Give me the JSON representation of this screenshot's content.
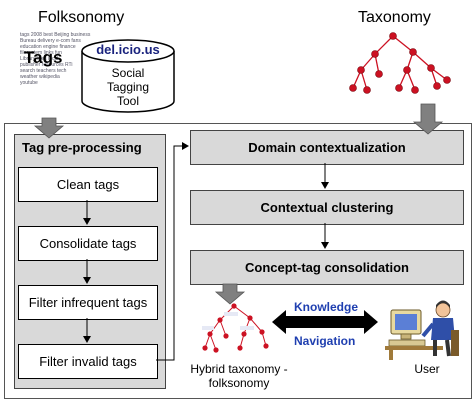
{
  "top": {
    "folksonomy_title": "Folksonomy",
    "taxonomy_title": "Taxonomy",
    "tags_word": "Tags",
    "cloud_lines": [
      "tags 2008 best Beijing business",
      "Bureau delivery e-com fans",
      "education engine finance",
      "filesystem links fun",
      "Library lives local",
      "publisher resources RTi",
      "search teachers tech",
      "weather wikipedia",
      "youtube"
    ],
    "tool_label": "del.icio.us",
    "tool_name_line1": "Social",
    "tool_name_line2": "Tagging",
    "tool_name_line3": "Tool"
  },
  "preprocessing": {
    "title": "Tag pre-processing",
    "steps": [
      "Clean tags",
      "Consolidate tags",
      "Filter infrequent tags",
      "Filter invalid tags"
    ]
  },
  "pipeline": {
    "steps": [
      "Domain contextualization",
      "Contextual clustering",
      "Concept-tag consolidation"
    ]
  },
  "bottom": {
    "knowledge": "Knowledge",
    "navigation": "Navigation",
    "hybrid_line1": "Hybrid taxonomy -",
    "hybrid_line2": "folksonomy",
    "user": "User"
  },
  "colors": {
    "gray_box": "#d9d9d9",
    "node_red": "#cc1122",
    "link_blue": "#1f3fb0",
    "arrow_gray": "#808080"
  }
}
